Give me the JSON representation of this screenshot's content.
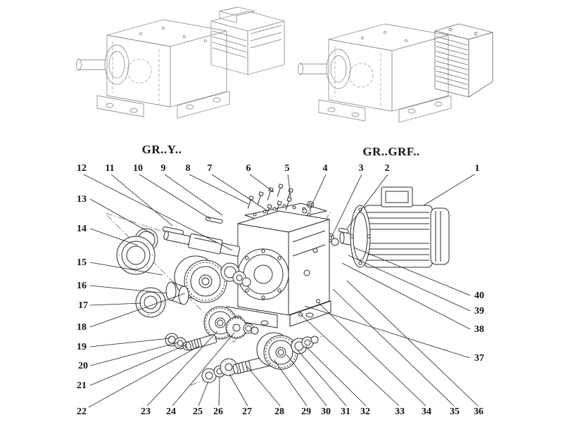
{
  "figure": {
    "left_variant_label": "GR..Y..",
    "right_variant_label": "GR..GRF.."
  },
  "callouts": {
    "1": "1",
    "2": "2",
    "3": "3",
    "4": "4",
    "5": "5",
    "6": "6",
    "7": "7",
    "8": "8",
    "9": "9",
    "10": "10",
    "11": "11",
    "12": "12",
    "13": "13",
    "14": "14",
    "15": "15",
    "16": "16",
    "17": "17",
    "18": "18",
    "19": "19",
    "20": "20",
    "21": "21",
    "22": "22",
    "23": "23",
    "24": "24",
    "25": "25",
    "26": "26",
    "27": "27",
    "28": "28",
    "29": "29",
    "30": "30",
    "31": "31",
    "32": "32",
    "33": "33",
    "34": "34",
    "35": "35",
    "36": "36",
    "37": "37",
    "38": "38",
    "39": "39",
    "40": "40"
  }
}
